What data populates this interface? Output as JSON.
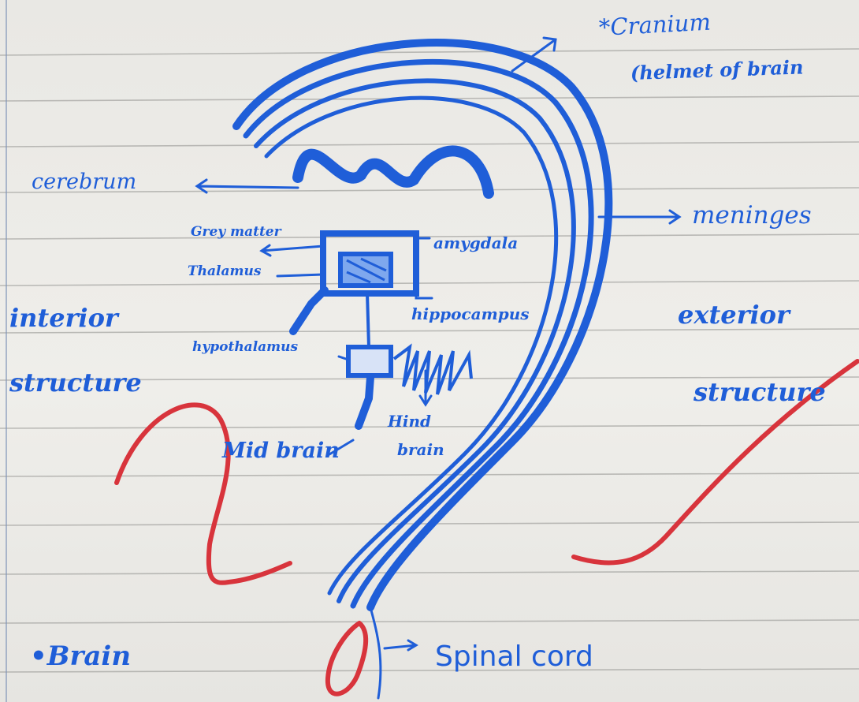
{
  "diagram": {
    "labels": {
      "cranium": "*Cranium",
      "helmet": "(helmet of brain",
      "cerebrum": "cerebrum",
      "meninges": "meninges",
      "grey_matter": "Grey matter",
      "thalamus": "Thalamus",
      "amygdala": "amygdala",
      "hippocampus": "hippocampus",
      "hypothalamus": "hypothalamus",
      "mid_brain": "Mid brain",
      "hind_brain_1": "Hind",
      "hind_brain_2": "brain",
      "interior_1": "interior",
      "interior_2": "structure",
      "exterior_1": "exterior",
      "exterior_2": "structure",
      "brain_title": "•Brain",
      "spinal_cord": "Spinal cord"
    },
    "grade_marks": [
      "2",
      "0"
    ],
    "colors": {
      "ink": "#1f5ed8",
      "grade": "#d8343c",
      "paper": "#ecebe8",
      "rule": "#8f8f8c"
    }
  }
}
